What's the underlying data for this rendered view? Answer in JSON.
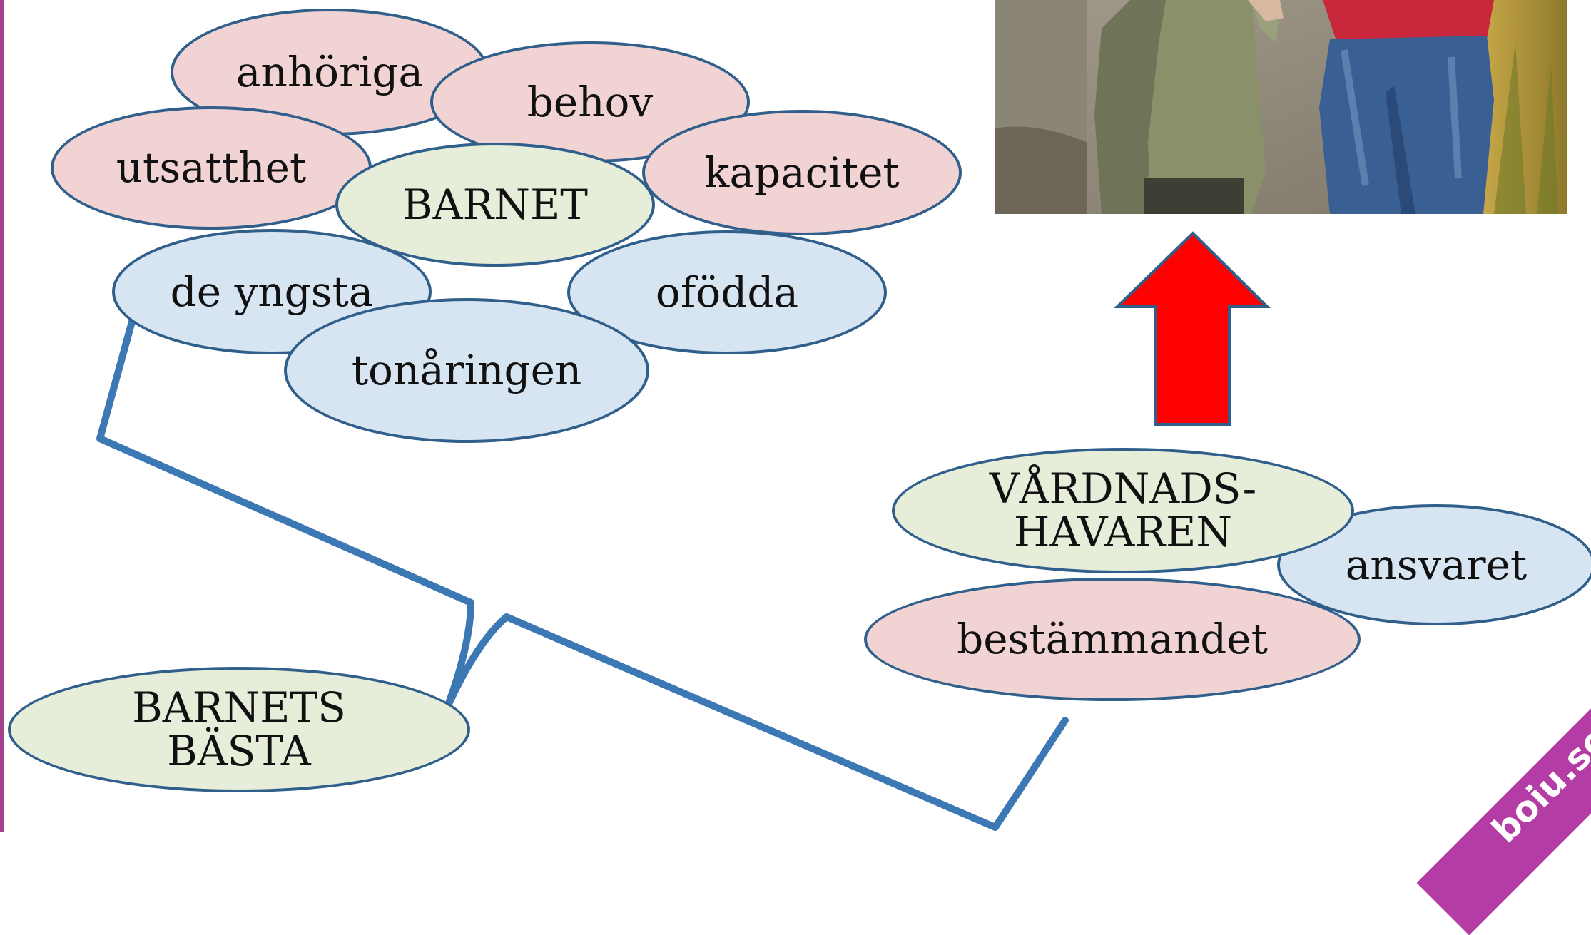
{
  "center": {
    "label": "BARNET"
  },
  "aspects": {
    "anhoriga": "anhöriga",
    "behov": "behov",
    "utsatthet": "utsatthet",
    "kapacitet": "kapacitet",
    "de_yngsta": "de yngsta",
    "ofodda": "ofödda",
    "tonaringen": "tonåringen"
  },
  "barnets_basta": {
    "label": "BARNETS\nBÄSTA"
  },
  "guardian": {
    "label": "VÅRDNADS-\nHAVAREN",
    "ansvaret": "ansvaret",
    "bestammandet": "bestämmandet"
  },
  "watermark": {
    "text": "boiu.se"
  },
  "colors": {
    "pink_fill": "#f2d3d3",
    "green_fill": "#e6eed9",
    "blue_fill": "#d7e4f1",
    "outline": "#2f5f8a",
    "brace": "#3c78b4",
    "arrow_fill": "#ff0000",
    "watermark": "#b43ca5"
  },
  "photo": {
    "icon": "photo-of-child-and-adult-walking"
  }
}
